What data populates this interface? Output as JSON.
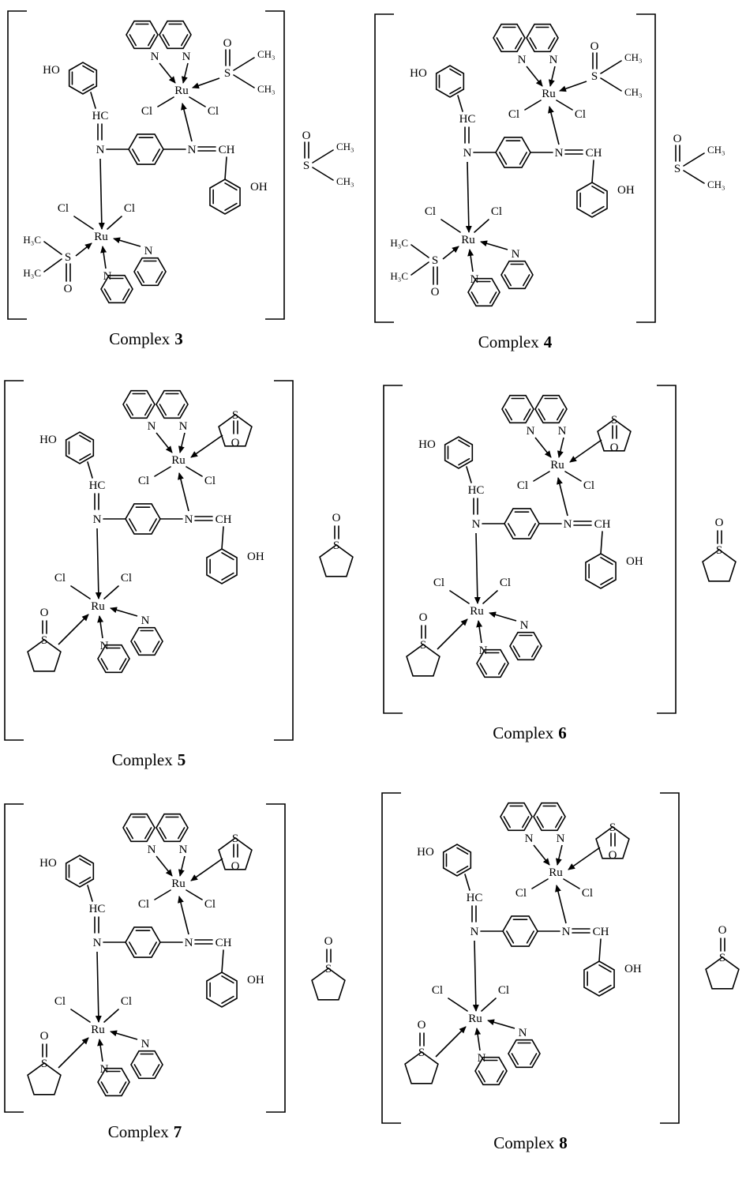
{
  "labels": {
    "ho": "HO",
    "oh": "OH",
    "hc": "HC",
    "ch": "CH",
    "n": "N",
    "ru": "Ru",
    "cl": "Cl",
    "s": "S",
    "o": "O",
    "ch3": "CH₃",
    "h3c": "H₃C"
  },
  "complexes": [
    {
      "caption": "Complex",
      "number": "3"
    },
    {
      "caption": "Complex",
      "number": "4"
    },
    {
      "caption": "Complex",
      "number": "5"
    },
    {
      "caption": "Complex",
      "number": "6"
    },
    {
      "caption": "Complex",
      "number": "7"
    },
    {
      "caption": "Complex",
      "number": "8"
    }
  ]
}
